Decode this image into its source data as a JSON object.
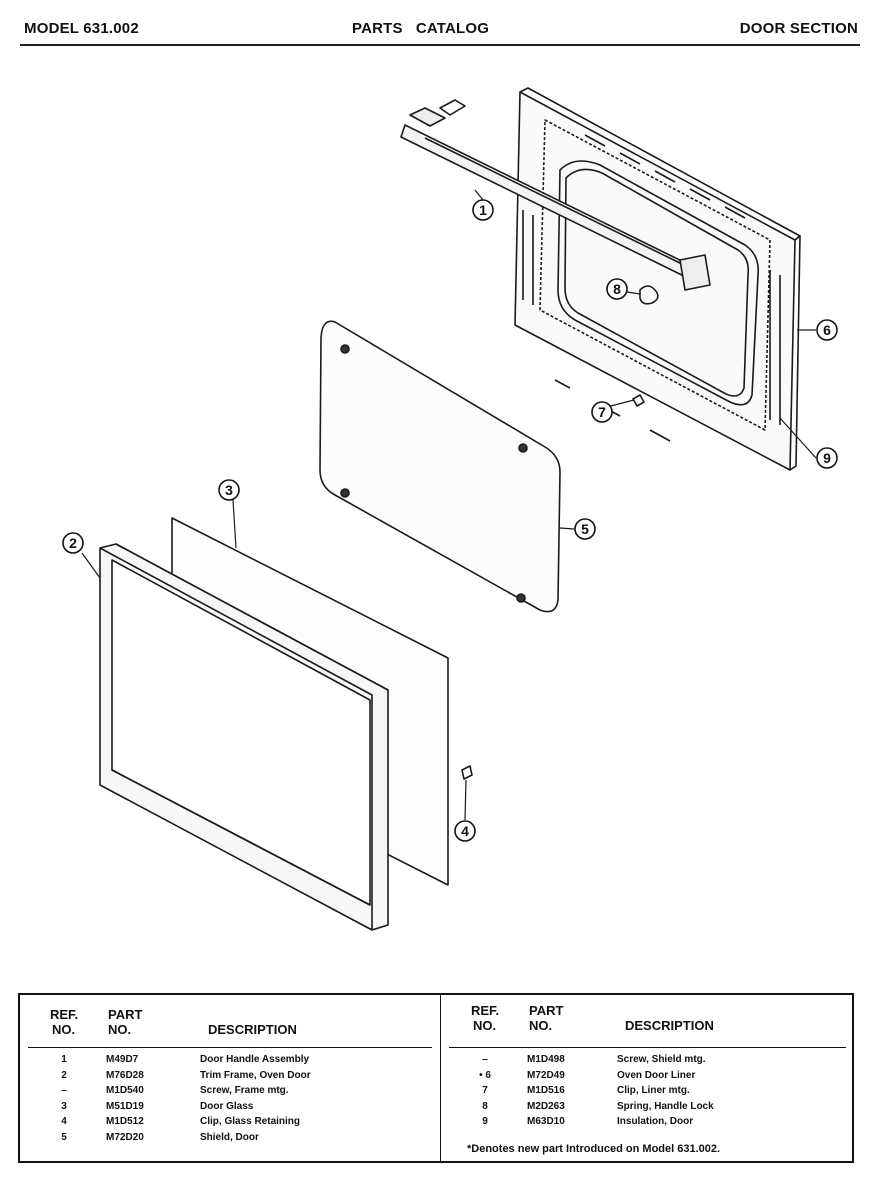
{
  "header": {
    "model": "MODEL 631.002",
    "catalog": "PARTS   CATALOG",
    "section": "DOOR SECTION"
  },
  "callouts": [
    "1",
    "2",
    "3",
    "4",
    "5",
    "6",
    "7",
    "8",
    "9"
  ],
  "table": {
    "headers": {
      "ref_line1": "REF.",
      "ref_line2": "NO.",
      "part_line1": "PART",
      "part_line2": "NO.",
      "description": "DESCRIPTION"
    },
    "left_rows": [
      {
        "ref": "1",
        "part": "M49D7",
        "desc": "Door Handle Assembly"
      },
      {
        "ref": "2",
        "part": "M76D28",
        "desc": "Trim Frame, Oven Door"
      },
      {
        "ref": "–",
        "part": "M1D540",
        "desc": "Screw, Frame mtg."
      },
      {
        "ref": "3",
        "part": "M51D19",
        "desc": "Door Glass"
      },
      {
        "ref": "4",
        "part": "M1D512",
        "desc": "Clip, Glass Retaining"
      },
      {
        "ref": "5",
        "part": "M72D20",
        "desc": "Shield, Door"
      }
    ],
    "right_rows": [
      {
        "ref": "–",
        "part": "M1D498",
        "desc": "Screw, Shield mtg."
      },
      {
        "ref": "• 6",
        "part": "M72D49",
        "desc": "Oven Door Liner"
      },
      {
        "ref": "7",
        "part": "M1D516",
        "desc": "Clip, Liner mtg."
      },
      {
        "ref": "8",
        "part": "M2D263",
        "desc": "Spring, Handle Lock"
      },
      {
        "ref": "9",
        "part": "M63D10",
        "desc": "Insulation, Door"
      }
    ],
    "footnote": "*Denotes new part  Introduced on Model 631.002."
  }
}
